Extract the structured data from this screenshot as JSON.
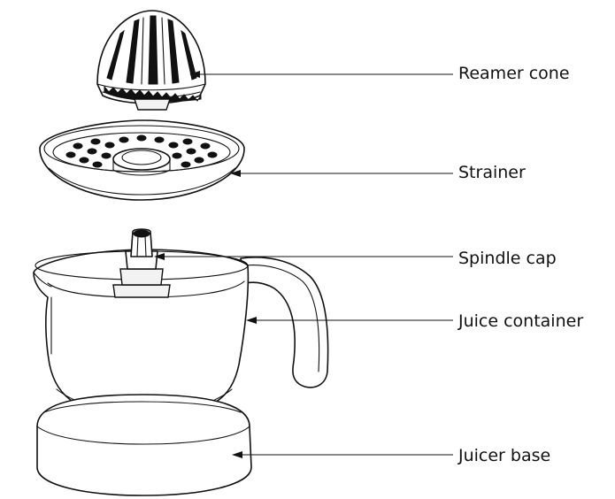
{
  "labels": {
    "reamer_cone": "Reamer cone",
    "strainer": "Strainer",
    "spindle_cap": "Spindle cap",
    "juice_container": "Juice container",
    "juicer_base": "Juicer base"
  }
}
